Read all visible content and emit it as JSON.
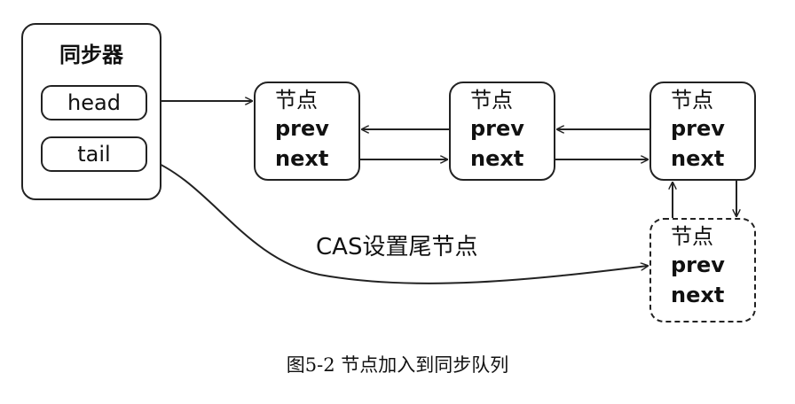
{
  "synchronizer": {
    "title": "同步器",
    "head_label": "head",
    "tail_label": "tail"
  },
  "nodes": [
    {
      "title": "节点",
      "prev": "prev",
      "next": "next"
    },
    {
      "title": "节点",
      "prev": "prev",
      "next": "next"
    },
    {
      "title": "节点",
      "prev": "prev",
      "next": "next"
    },
    {
      "title": "节点",
      "prev": "prev",
      "next": "next",
      "style": "dashed"
    }
  ],
  "edge_label": "CAS设置尾节点",
  "caption": "图5-2   节点加入到同步队列"
}
